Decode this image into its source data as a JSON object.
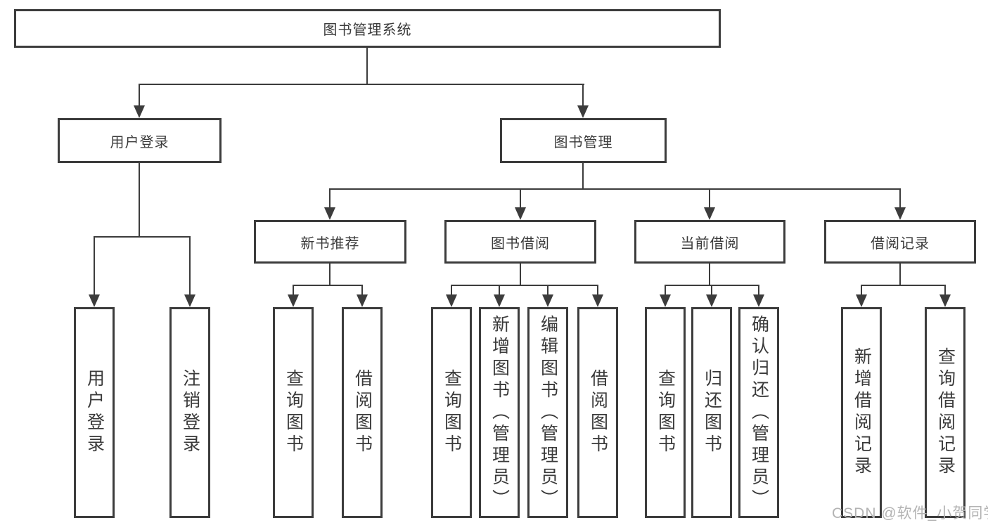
{
  "tree": {
    "root": {
      "label": "图书管理系统"
    },
    "branches": [
      {
        "label": "用户登录",
        "leaves": [
          {
            "label": "用户登录"
          },
          {
            "label": "注销登录"
          }
        ]
      },
      {
        "label": "图书管理",
        "children": [
          {
            "label": "新书推荐",
            "leaves": [
              {
                "label": "查询图书"
              },
              {
                "label": "借阅图书"
              }
            ]
          },
          {
            "label": "图书借阅",
            "leaves": [
              {
                "label": "查询图书"
              },
              {
                "label": "新增图书（管理员）"
              },
              {
                "label": "编辑图书（管理员）"
              },
              {
                "label": "借阅图书"
              }
            ]
          },
          {
            "label": "当前借阅",
            "leaves": [
              {
                "label": "查询图书"
              },
              {
                "label": "归还图书"
              },
              {
                "label": "确认归还（管理员）"
              }
            ]
          },
          {
            "label": "借阅记录",
            "leaves": [
              {
                "label": "新增借阅记录"
              },
              {
                "label": "查询借阅记录"
              }
            ]
          }
        ]
      }
    ]
  },
  "watermark": {
    "text": "CSDN @软件_小贺同学"
  },
  "colors": {
    "line": "#3c3c3c",
    "text": "#3a3a3a",
    "watermark": "#b3b3b3",
    "background": "#ffffff"
  }
}
